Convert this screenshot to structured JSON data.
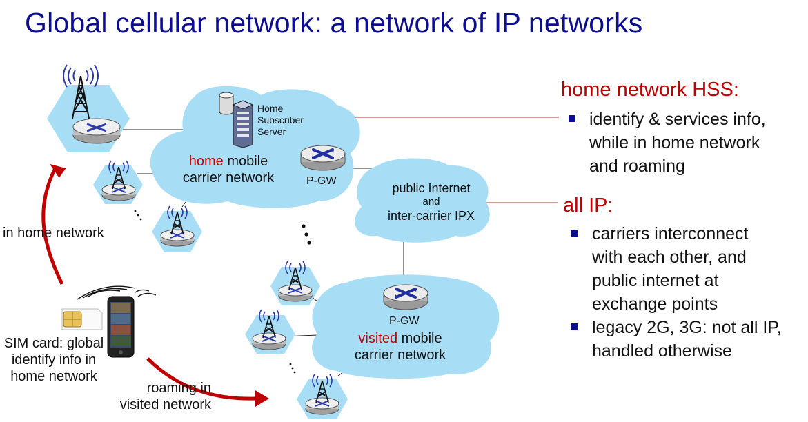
{
  "title": "Global cellular network: a network of IP networks",
  "hss_section": {
    "heading": "home network HSS:",
    "bullets": [
      [
        "identify & services info,",
        "while in home network",
        "and roaming"
      ]
    ]
  },
  "ip_section": {
    "heading": "all IP:",
    "bullets": [
      [
        "carriers interconnect",
        "with each other, and",
        "public internet at",
        "exchange points"
      ],
      [
        "legacy 2G, 3G: not all IP,",
        "handled otherwise"
      ]
    ]
  },
  "diagram": {
    "hss_label": [
      "Home",
      "Subscriber",
      "Server"
    ],
    "home_cloud": {
      "highlight": "home",
      "rest": " mobile",
      "line2": "carrier network"
    },
    "home_pgw": "P-GW",
    "internet_cloud": {
      "line1": "public Internet",
      "line2": "and",
      "line3": "inter-carrier IPX"
    },
    "visited_cloud": {
      "highlight": "visited",
      "rest": " mobile",
      "line2": "carrier network"
    },
    "visited_pgw": "P-GW",
    "in_home_label": "in home network",
    "sim_label": [
      "SIM card: global",
      "identify info in",
      "home network"
    ],
    "roaming_label": [
      "roaming in",
      "visited network"
    ]
  },
  "colors": {
    "cloud": "#a8ddf6",
    "title": "#0d0d91",
    "accent": "#c00000",
    "bullet": "#0d0d91"
  }
}
